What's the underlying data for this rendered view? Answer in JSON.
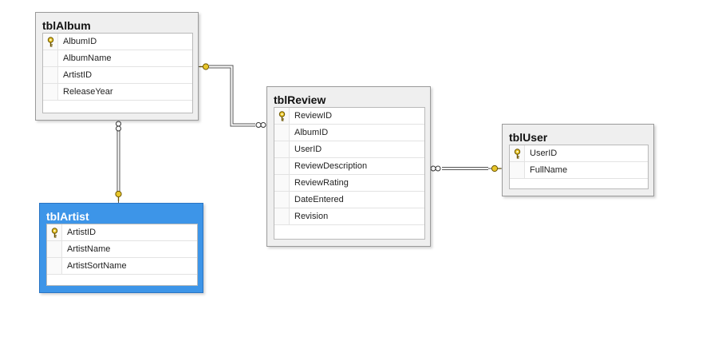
{
  "tables": [
    {
      "id": "tblAlbum",
      "name": "tblAlbum",
      "selected": false,
      "fields": [
        {
          "name": "AlbumID",
          "primary_key": true
        },
        {
          "name": "AlbumName",
          "primary_key": false
        },
        {
          "name": "ArtistID",
          "primary_key": false
        },
        {
          "name": "ReleaseYear",
          "primary_key": false
        }
      ]
    },
    {
      "id": "tblArtist",
      "name": "tblArtist",
      "selected": true,
      "fields": [
        {
          "name": "ArtistID",
          "primary_key": true
        },
        {
          "name": "ArtistName",
          "primary_key": false
        },
        {
          "name": "ArtistSortName",
          "primary_key": false
        }
      ]
    },
    {
      "id": "tblReview",
      "name": "tblReview",
      "selected": false,
      "fields": [
        {
          "name": "ReviewID",
          "primary_key": true
        },
        {
          "name": "AlbumID",
          "primary_key": false
        },
        {
          "name": "UserID",
          "primary_key": false
        },
        {
          "name": "ReviewDescription",
          "primary_key": false
        },
        {
          "name": "ReviewRating",
          "primary_key": false
        },
        {
          "name": "DateEntered",
          "primary_key": false
        },
        {
          "name": "Revision",
          "primary_key": false
        }
      ]
    },
    {
      "id": "tblUser",
      "name": "tblUser",
      "selected": false,
      "fields": [
        {
          "name": "UserID",
          "primary_key": true
        },
        {
          "name": "FullName",
          "primary_key": false
        }
      ]
    }
  ],
  "relationships": [
    {
      "from_table": "tblAlbum",
      "from_end": "one",
      "to_table": "tblReview",
      "to_end": "many"
    },
    {
      "from_table": "tblArtist",
      "from_end": "one",
      "to_table": "tblAlbum",
      "to_end": "many"
    },
    {
      "from_table": "tblUser",
      "from_end": "one",
      "to_table": "tblReview",
      "to_end": "many"
    }
  ],
  "colors": {
    "selected_header": "#3d95e8",
    "table_background": "#efefef",
    "key_icon": "#e8c62a",
    "connector": "#555555"
  }
}
